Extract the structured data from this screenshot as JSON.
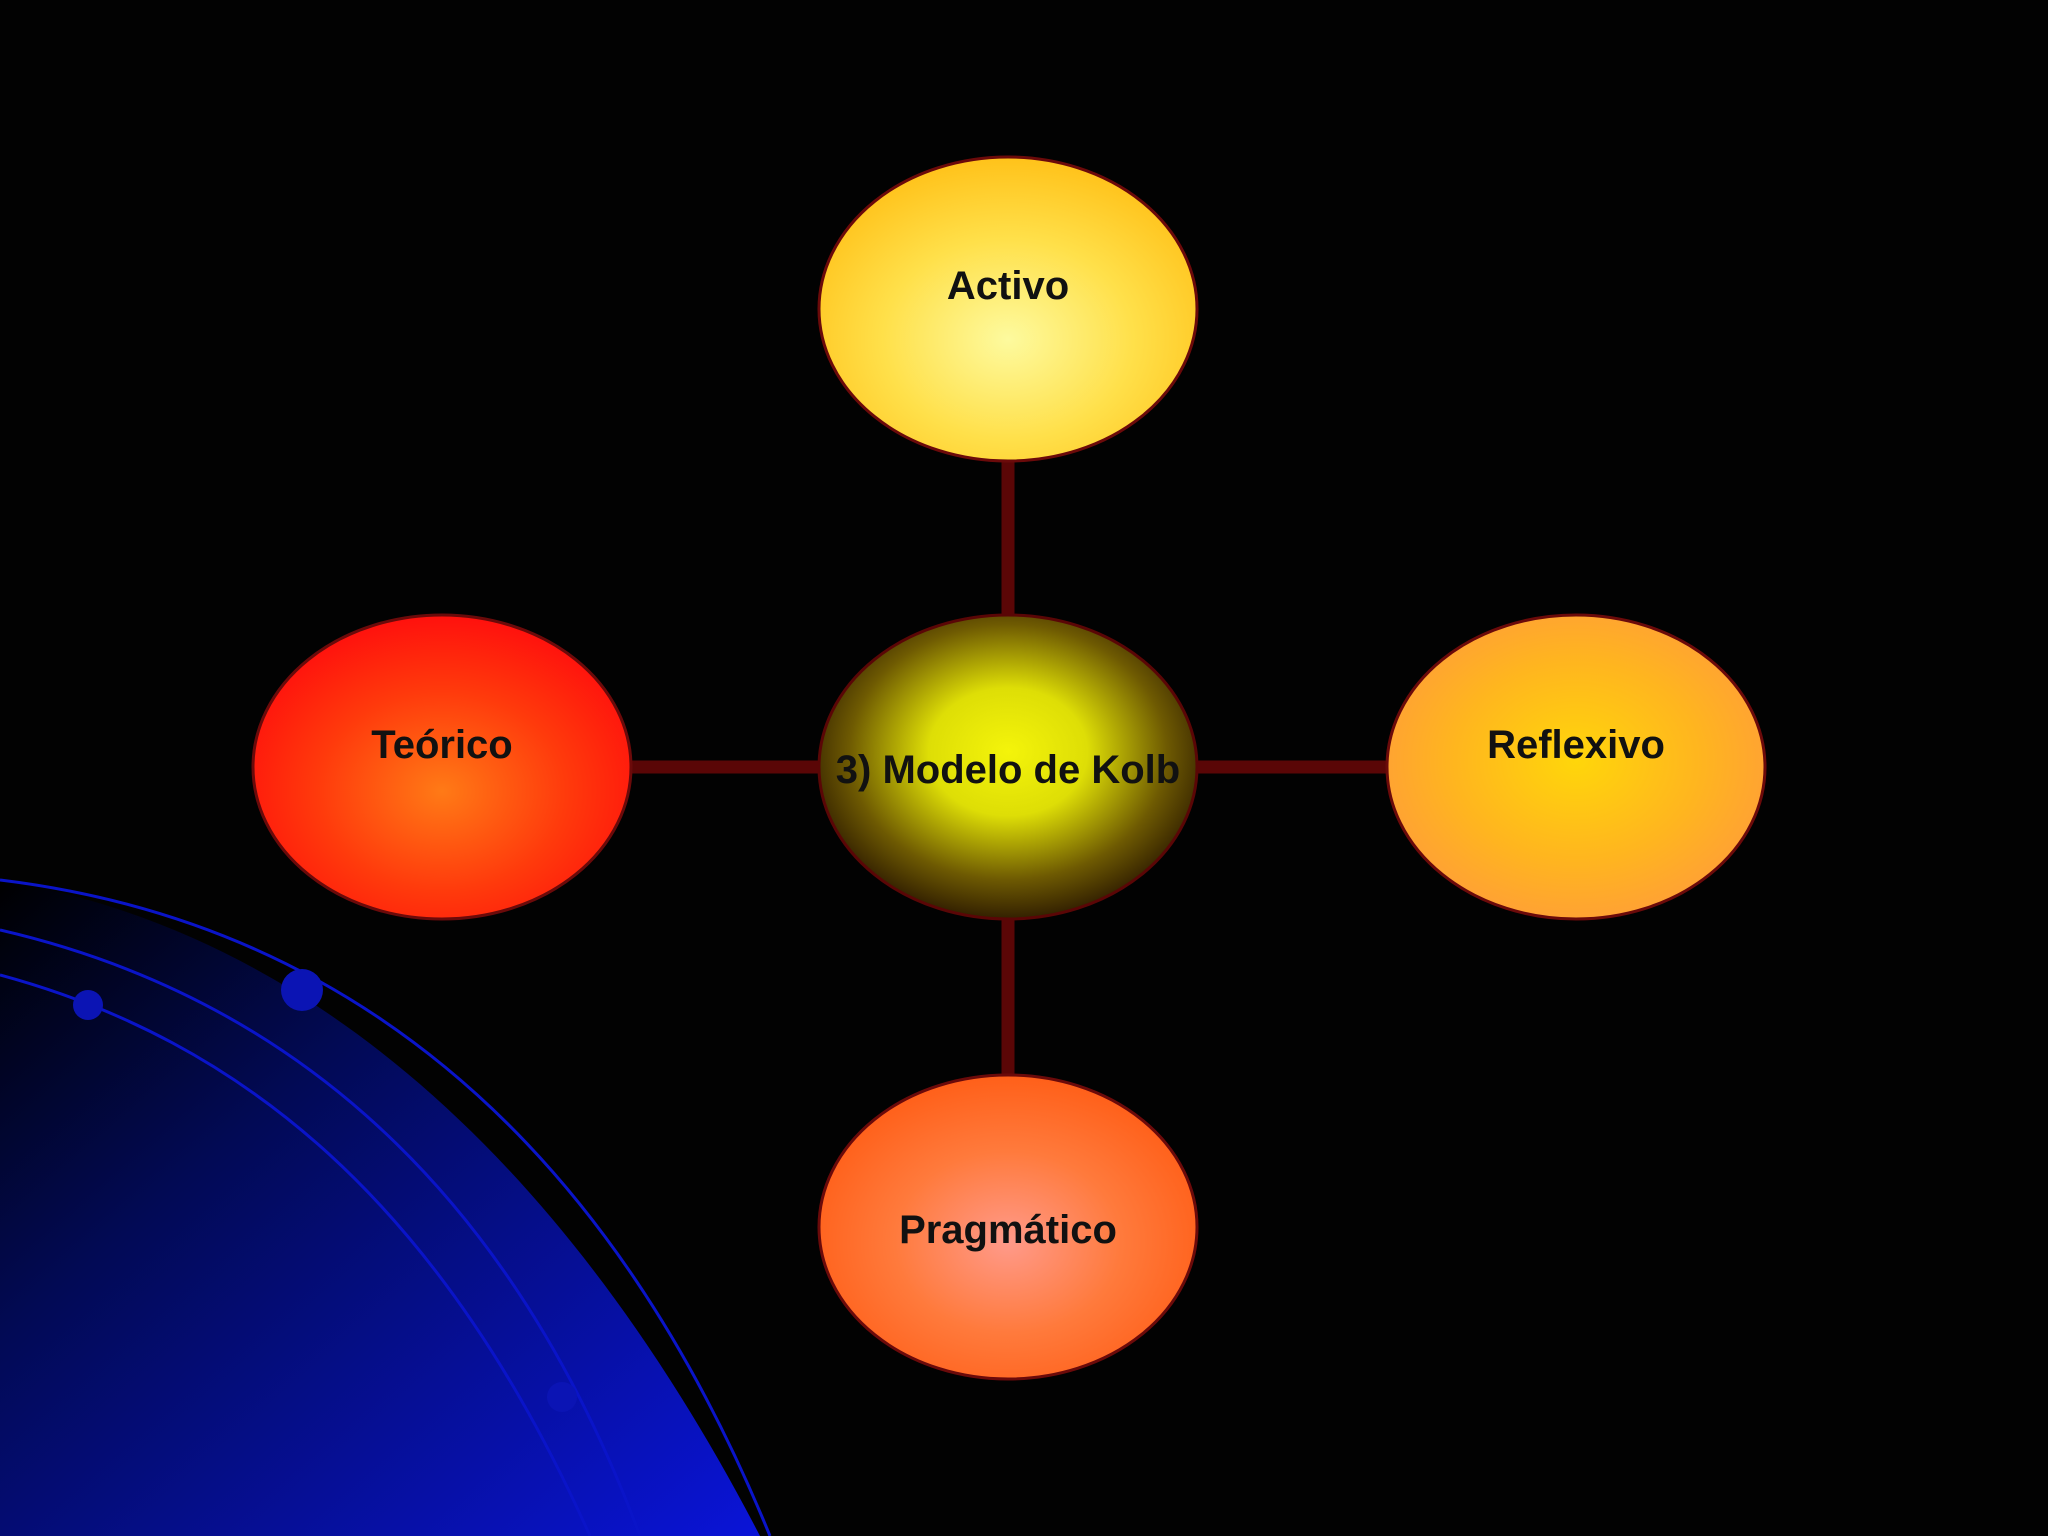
{
  "diagram": {
    "center": {
      "label": "3) Modelo de Kolb"
    },
    "nodes": {
      "top": {
        "label": "Activo"
      },
      "left": {
        "label": "Teórico"
      },
      "right": {
        "label": "Reflexivo"
      },
      "bottom": {
        "label": "Pragmático"
      }
    }
  },
  "colors": {
    "background": "#000000",
    "connector": "#5a0606",
    "ellipse_border": "#6b0a0a",
    "decor_blue": "#0a14c8"
  }
}
